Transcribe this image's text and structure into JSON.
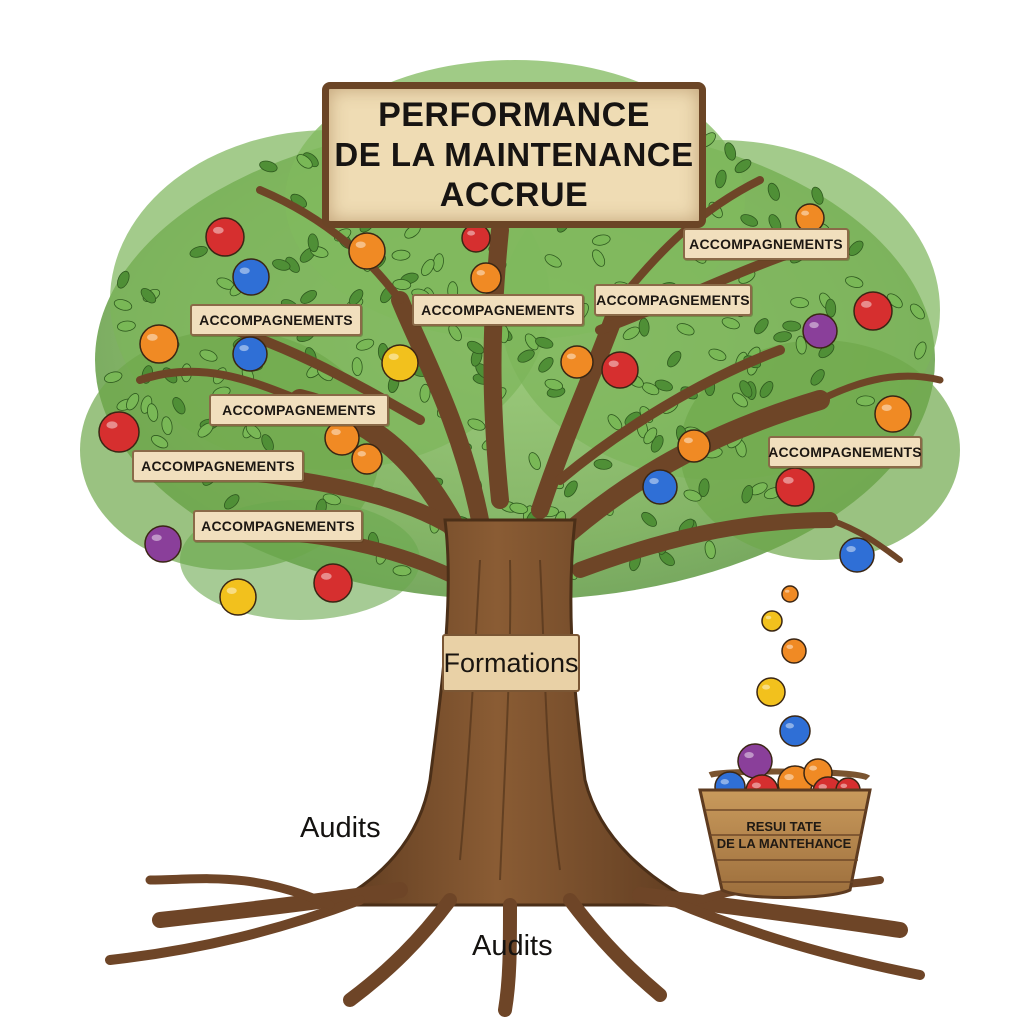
{
  "title": {
    "line1": "PERFORMANCE",
    "line2": "DE LA MAINTENANCE",
    "line3": "ACCRUE"
  },
  "branch_tags": [
    "ACCOMPAGNEMENTS",
    "ACCOMPAGNEMENTS",
    "ACCOMPAGNEMENTS",
    "ACCOMPAGNEMENTS",
    "ACCOMPAGNEMENTS",
    "ACCOMPAGNEMENTS",
    "ACCOMPAGNEMENTS",
    "ACCOMPAGNEMENTS"
  ],
  "trunk_label": "Formations",
  "root_labels": [
    "Audits",
    "Audits"
  ],
  "basket": {
    "line1": "RESUI TATE",
    "line2": "DE LA MANTEHANCE"
  },
  "colors": {
    "trunk": "#7a4f2c",
    "leaf": "#6aa84f",
    "fruit_red": "#d62f2f",
    "fruit_orange": "#f08a24",
    "fruit_blue": "#2f6fd6",
    "fruit_purple": "#8a3f9a",
    "fruit_yellow": "#f2c11d"
  }
}
